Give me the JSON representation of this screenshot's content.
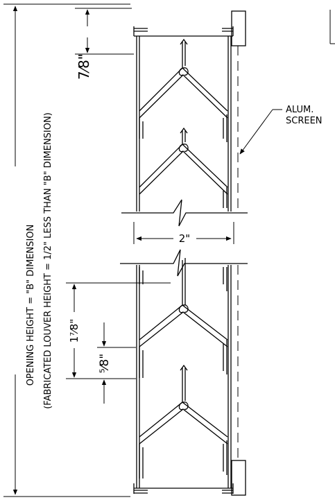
{
  "labels": {
    "opening_height": "OPENING HEIGHT = \"B\" DIMENSION",
    "fabricated_height": "(FABRICATED LOUVER HEIGHT = 1/2\" LESS THAN \"B\" DIMENSION)",
    "dim_top": "7⁄8\"",
    "dim_width": "2\"",
    "dim_pitch": "1⁷⁄8\"",
    "dim_gap": "⁵⁄8\"",
    "screen_line1": "ALUM.",
    "screen_line2": "SCREEN"
  }
}
